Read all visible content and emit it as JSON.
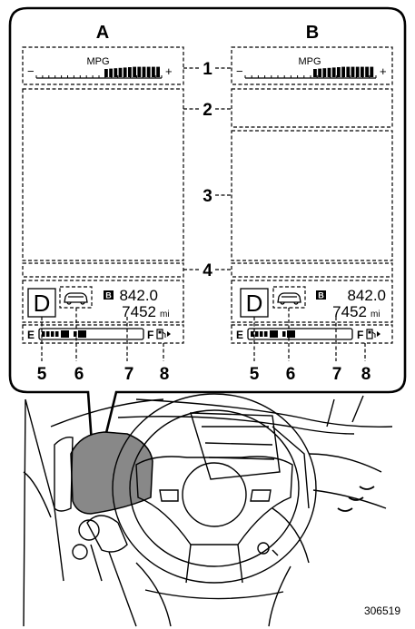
{
  "panels": [
    {
      "id": "a",
      "letter": "A",
      "mpg_label": "MPG",
      "minus": "−",
      "plus": "+",
      "gear": "D",
      "trip_badge": "B",
      "trip_value": "842.0",
      "odometer": "7452",
      "unit": "mi",
      "empty_label": "E",
      "full_label": "F"
    },
    {
      "id": "b",
      "letter": "B",
      "mpg_label": "MPG",
      "minus": "−",
      "plus": "+",
      "gear": "D",
      "trip_badge": "B",
      "trip_value": "842.0",
      "odometer": "7452",
      "unit": "mi",
      "empty_label": "E",
      "full_label": "F"
    }
  ],
  "callouts_side": [
    "1",
    "2",
    "3",
    "4"
  ],
  "callouts_bottom": [
    "5",
    "6",
    "7",
    "8"
  ],
  "figure_number": "306519"
}
